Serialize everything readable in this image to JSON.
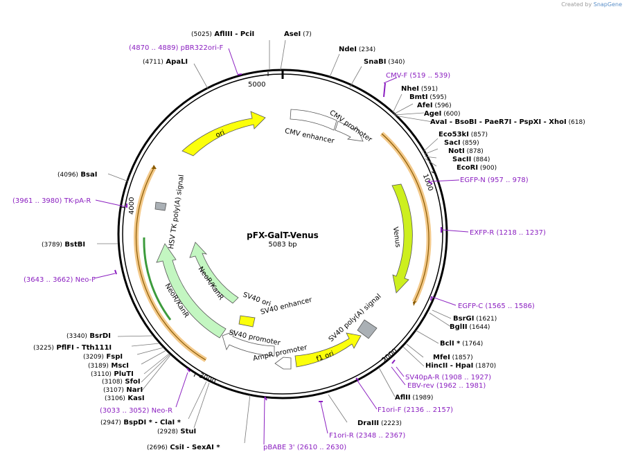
{
  "credit": {
    "prefix": "Created by",
    "brand": "SnapGene"
  },
  "plasmid": {
    "name": "pFX-GalT-Venus",
    "length": "5083 bp"
  },
  "ticks": [
    "5000",
    "1000",
    "2000",
    "3000",
    "4000"
  ],
  "features": {
    "ori": "ori",
    "cmv_enhancer": "CMV enhancer",
    "cmv_promoter": "CMV promoter",
    "venus": "Venus",
    "sv40_polya": "SV40 poly(A) signal",
    "f1_ori": "f1 ori",
    "ampr_promoter": "AmpR promoter",
    "sv40_promoter": "SV40 promoter",
    "sv40_ori": "SV40 ori",
    "sv40_enhancer": "SV40 enhancer",
    "neor_inner": "NeoR/KanR",
    "neor_outer": "NeoR/KanR",
    "hsv_tk_polya": "HSV TK poly(A) signal"
  },
  "annotations": [
    {
      "kind": "site",
      "parts": [
        [
          "pos",
          "(5025)"
        ],
        [
          "enz",
          "AflIII"
        ],
        [
          "txt",
          "- PciI"
        ]
      ]
    },
    {
      "kind": "site",
      "parts": [
        [
          "enz",
          "AseI"
        ],
        [
          "pos",
          "(7)"
        ]
      ]
    },
    {
      "kind": "primer",
      "parts": [
        [
          "primer",
          "(4870 .. 4889)"
        ],
        [
          "primer",
          "pBR322ori-F"
        ]
      ]
    },
    {
      "kind": "site",
      "parts": [
        [
          "enz",
          "NdeI"
        ],
        [
          "pos",
          "(234)"
        ]
      ]
    },
    {
      "kind": "site",
      "parts": [
        [
          "pos",
          "(4711)"
        ],
        [
          "enz",
          "ApaLI"
        ]
      ]
    },
    {
      "kind": "site",
      "parts": [
        [
          "enz",
          "SnaBI"
        ],
        [
          "pos",
          "(340)"
        ]
      ]
    },
    {
      "kind": "primer",
      "parts": [
        [
          "primer",
          "CMV-F"
        ],
        [
          "primer",
          "(519 .. 539)"
        ]
      ]
    },
    {
      "kind": "site",
      "parts": [
        [
          "enz",
          "NheI"
        ],
        [
          "pos",
          "(591)"
        ]
      ]
    },
    {
      "kind": "site",
      "parts": [
        [
          "enz",
          "BmtI"
        ],
        [
          "pos",
          "(595)"
        ]
      ]
    },
    {
      "kind": "site",
      "parts": [
        [
          "enz",
          "AfeI"
        ],
        [
          "pos",
          "(596)"
        ]
      ]
    },
    {
      "kind": "site",
      "parts": [
        [
          "enz",
          "AgeI"
        ],
        [
          "pos",
          "(600)"
        ]
      ]
    },
    {
      "kind": "site",
      "parts": [
        [
          "enz",
          "AvaI"
        ],
        [
          "txt",
          "- BsoBI"
        ],
        [
          "txt",
          "- PaeR7I"
        ],
        [
          "txt",
          "- PspXI"
        ],
        [
          "txt",
          "- XhoI"
        ],
        [
          "pos",
          "(618)"
        ]
      ]
    },
    {
      "kind": "site",
      "parts": [
        [
          "enz",
          "Eco53kI"
        ],
        [
          "pos",
          "(857)"
        ]
      ]
    },
    {
      "kind": "site",
      "parts": [
        [
          "enz",
          "SacI"
        ],
        [
          "pos",
          "(859)"
        ]
      ]
    },
    {
      "kind": "site",
      "parts": [
        [
          "enz",
          "NotI"
        ],
        [
          "pos",
          "(878)"
        ]
      ]
    },
    {
      "kind": "site",
      "parts": [
        [
          "enz",
          "SacII"
        ],
        [
          "pos",
          "(884)"
        ]
      ]
    },
    {
      "kind": "site",
      "parts": [
        [
          "enz",
          "EcoRI"
        ],
        [
          "pos",
          "(900)"
        ]
      ]
    },
    {
      "kind": "site",
      "parts": [
        [
          "pos",
          "(4096)"
        ],
        [
          "enz",
          "BsaI"
        ]
      ]
    },
    {
      "kind": "primer",
      "parts": [
        [
          "primer",
          "EGFP-N"
        ],
        [
          "primer",
          "(957 .. 978)"
        ]
      ]
    },
    {
      "kind": "primer",
      "parts": [
        [
          "primer",
          "(3961 .. 3980)"
        ],
        [
          "primer",
          "TK-pA-R"
        ]
      ]
    },
    {
      "kind": "primer",
      "parts": [
        [
          "primer",
          "EXFP-R"
        ],
        [
          "primer",
          "(1218 .. 1237)"
        ]
      ]
    },
    {
      "kind": "site",
      "parts": [
        [
          "pos",
          "(3789)"
        ],
        [
          "enz",
          "BstBI"
        ]
      ]
    },
    {
      "kind": "primer",
      "parts": [
        [
          "primer",
          "(3643 .. 3662)"
        ],
        [
          "primer",
          "Neo-F"
        ]
      ]
    },
    {
      "kind": "primer",
      "parts": [
        [
          "primer",
          "EGFP-C"
        ],
        [
          "primer",
          "(1565 .. 1586)"
        ]
      ]
    },
    {
      "kind": "site",
      "parts": [
        [
          "enz",
          "BsrGI"
        ],
        [
          "pos",
          "(1621)"
        ]
      ]
    },
    {
      "kind": "site",
      "parts": [
        [
          "enz",
          "BglII"
        ],
        [
          "pos",
          "(1644)"
        ]
      ]
    },
    {
      "kind": "site",
      "parts": [
        [
          "pos",
          "(3340)"
        ],
        [
          "enz",
          "BsrDI"
        ]
      ]
    },
    {
      "kind": "site",
      "parts": [
        [
          "enz",
          "BclI *"
        ],
        [
          "pos",
          "(1764)"
        ]
      ]
    },
    {
      "kind": "site",
      "parts": [
        [
          "pos",
          "(3225)"
        ],
        [
          "enz",
          "PflFI"
        ],
        [
          "txt",
          "- Tth111I"
        ]
      ]
    },
    {
      "kind": "site",
      "parts": [
        [
          "pos",
          "(3209)"
        ],
        [
          "enz",
          "FspI"
        ]
      ]
    },
    {
      "kind": "site",
      "parts": [
        [
          "enz",
          "MfeI"
        ],
        [
          "pos",
          "(1857)"
        ]
      ]
    },
    {
      "kind": "site",
      "parts": [
        [
          "pos",
          "(3189)"
        ],
        [
          "enz",
          "MscI"
        ]
      ]
    },
    {
      "kind": "site",
      "parts": [
        [
          "enz",
          "HincII"
        ],
        [
          "txt",
          "- HpaI"
        ],
        [
          "pos",
          "(1870)"
        ]
      ]
    },
    {
      "kind": "site",
      "parts": [
        [
          "pos",
          "(3110)"
        ],
        [
          "enz",
          "PluTI"
        ]
      ]
    },
    {
      "kind": "primer",
      "parts": [
        [
          "primer",
          "SV40pA-R"
        ],
        [
          "primer",
          "(1908 .. 1927)"
        ]
      ]
    },
    {
      "kind": "site",
      "parts": [
        [
          "pos",
          "(3108)"
        ],
        [
          "enz",
          "SfoI"
        ]
      ]
    },
    {
      "kind": "primer",
      "parts": [
        [
          "primer",
          "EBV-rev"
        ],
        [
          "primer",
          "(1962 .. 1981)"
        ]
      ]
    },
    {
      "kind": "site",
      "parts": [
        [
          "pos",
          "(3107)"
        ],
        [
          "enz",
          "NarI"
        ]
      ]
    },
    {
      "kind": "site",
      "parts": [
        [
          "pos",
          "(3106)"
        ],
        [
          "enz",
          "KasI"
        ]
      ]
    },
    {
      "kind": "site",
      "parts": [
        [
          "enz",
          "AflII"
        ],
        [
          "pos",
          "(1989)"
        ]
      ]
    },
    {
      "kind": "primer",
      "parts": [
        [
          "primer",
          "(3033 .. 3052)"
        ],
        [
          "primer",
          "Neo-R"
        ]
      ]
    },
    {
      "kind": "primer",
      "parts": [
        [
          "primer",
          "F1ori-F"
        ],
        [
          "primer",
          "(2136 .. 2157)"
        ]
      ]
    },
    {
      "kind": "site",
      "parts": [
        [
          "pos",
          "(2947)"
        ],
        [
          "enz",
          "BspDI *"
        ],
        [
          "txt",
          "- ClaI *"
        ]
      ]
    },
    {
      "kind": "site",
      "parts": [
        [
          "enz",
          "DraIII"
        ],
        [
          "pos",
          "(2223)"
        ]
      ]
    },
    {
      "kind": "site",
      "parts": [
        [
          "pos",
          "(2928)"
        ],
        [
          "enz",
          "StuI"
        ]
      ]
    },
    {
      "kind": "primer",
      "parts": [
        [
          "primer",
          "F1ori-R"
        ],
        [
          "primer",
          "(2348 .. 2367)"
        ]
      ]
    },
    {
      "kind": "site",
      "parts": [
        [
          "pos",
          "(2696)"
        ],
        [
          "enz",
          "CsiI"
        ],
        [
          "txt",
          "- SexAI *"
        ]
      ]
    },
    {
      "kind": "primer",
      "parts": [
        [
          "primer",
          "pBABE 3'"
        ],
        [
          "primer",
          "(2610 .. 2630)"
        ]
      ]
    }
  ]
}
